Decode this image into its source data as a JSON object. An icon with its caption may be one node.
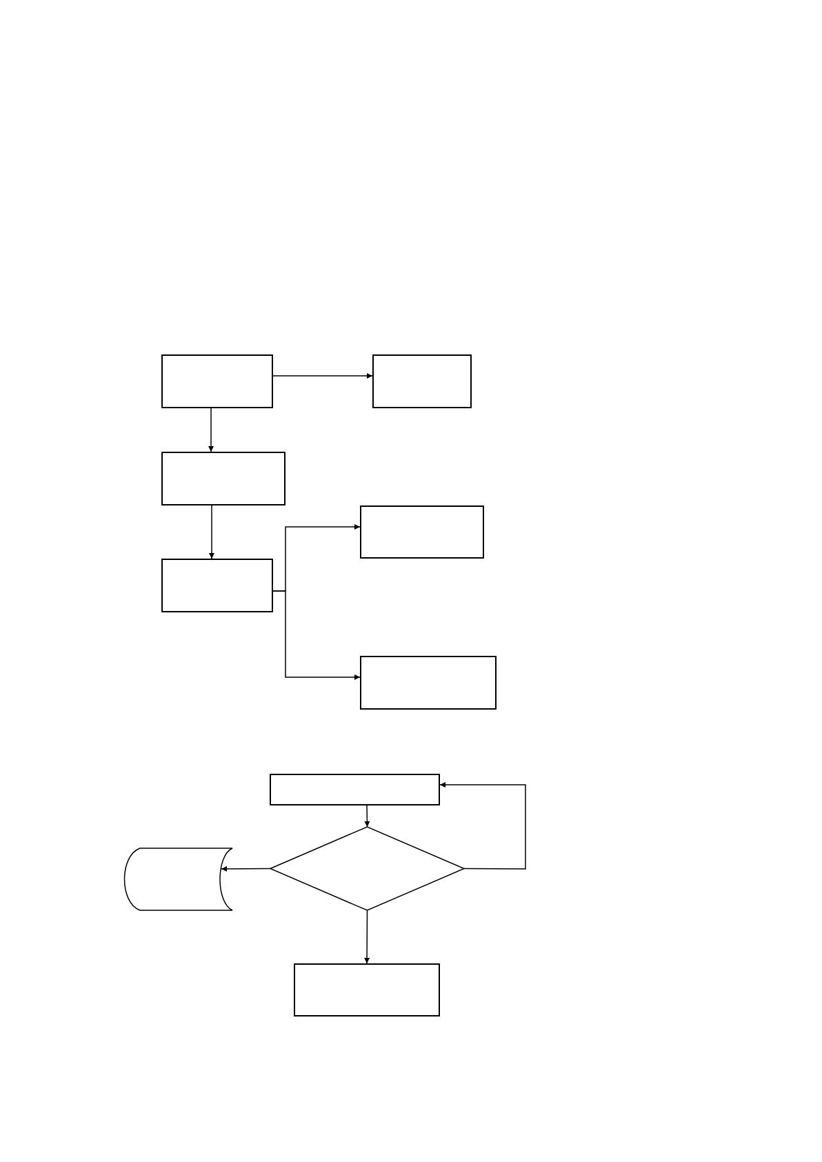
{
  "diagram": {
    "nodes": [
      {
        "text": [],
        "shape": "box"
      },
      {
        "text": [],
        "shape": "box"
      },
      {
        "text": [],
        "shape": "box"
      },
      {
        "text": [],
        "shape": "box"
      },
      {
        "text": [],
        "shape": "box"
      },
      {
        "text": [],
        "shape": "box"
      },
      {
        "text": [],
        "shape": "box"
      },
      {
        "text": [],
        "shape": "cylinder"
      },
      {
        "text": [],
        "shape": "diamond"
      },
      {
        "text": [],
        "shape": "box"
      }
    ],
    "edges": [
      {
        "from": 0,
        "to": 1,
        "arrow": "to"
      },
      {
        "from": 0,
        "to": 2,
        "arrow": "to"
      },
      {
        "from": 2,
        "to": 3,
        "arrow": "to"
      },
      {
        "from": 3,
        "to": 4,
        "arrow": "to"
      },
      {
        "from": 3,
        "to": 5,
        "arrow": "to"
      },
      {
        "from": 6,
        "to": 8,
        "arrow": "to"
      },
      {
        "from": 8,
        "to": 7,
        "arrow": "to"
      },
      {
        "from": 8,
        "to": 6,
        "arrow": "to"
      },
      {
        "from": 8,
        "to": 9,
        "arrow": "to"
      }
    ]
  }
}
